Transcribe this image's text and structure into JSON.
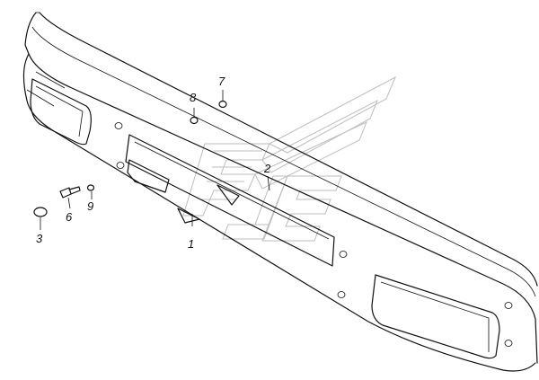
{
  "diagram": {
    "callouts": [
      {
        "id": "1",
        "label": "1"
      },
      {
        "id": "2",
        "label": "2"
      },
      {
        "id": "3",
        "label": "3"
      },
      {
        "id": "6",
        "label": "6"
      },
      {
        "id": "7",
        "label": "7"
      },
      {
        "id": "8",
        "label": "8"
      },
      {
        "id": "9",
        "label": "9"
      }
    ]
  },
  "colors": {
    "line": "#111111",
    "watermark": "#bdbdbd",
    "background": "#ffffff"
  }
}
